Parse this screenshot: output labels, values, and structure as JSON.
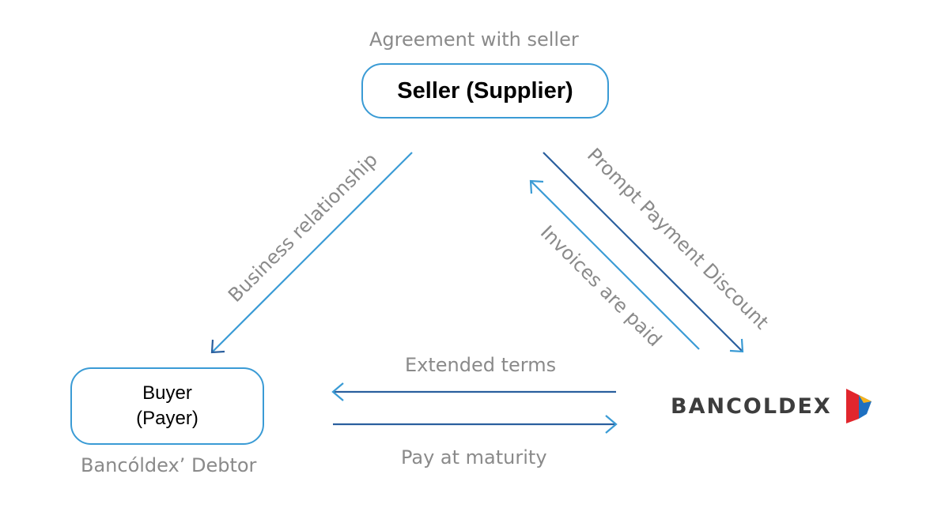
{
  "captions": {
    "seller_top": "Agreement with seller",
    "buyer_bottom": "Bancóldex’ Debtor",
    "extended_terms": "Extended terms",
    "pay_at_maturity": "Pay at maturity"
  },
  "nodes": {
    "seller": {
      "label": "Seller (Supplier)"
    },
    "buyer": {
      "line1": "Buyer",
      "line2": "(Payer)"
    },
    "bank": {
      "label": "BANCOLDEX"
    }
  },
  "relations": {
    "business": "Business relationship",
    "prompt": "Prompt Payment Discount",
    "invoices": "Invoices are paid"
  },
  "colors": {
    "arrow_light": "#3a9bd5",
    "arrow_dark": "#2a5f9e",
    "text_gray": "#8a8a8a",
    "node_border": "#3a9bd5",
    "logo_red": "#e1262d",
    "logo_blue": "#1d6fc0",
    "logo_yellow": "#f6b21b"
  }
}
